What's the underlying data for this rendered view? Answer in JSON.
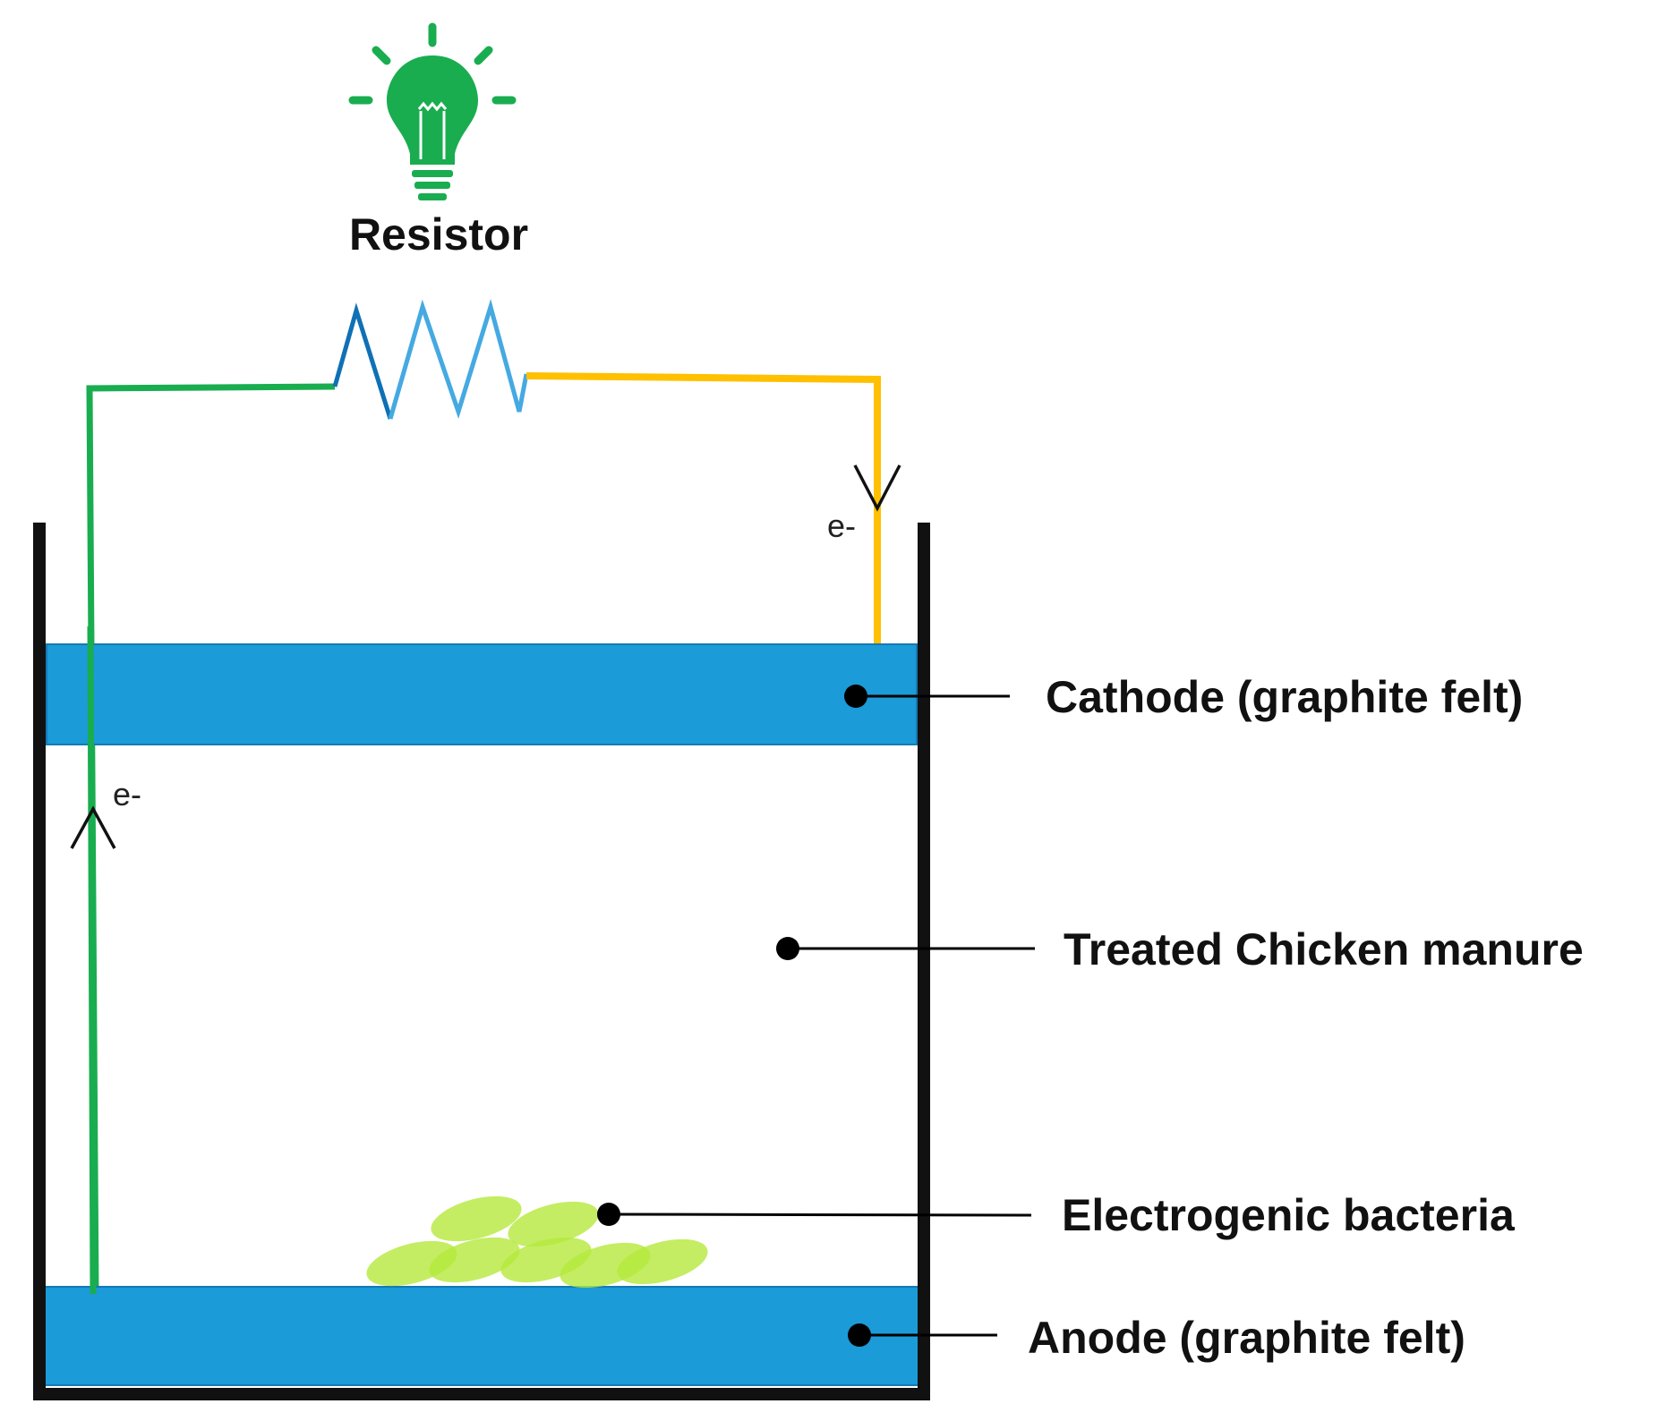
{
  "labels": {
    "resistor": "Resistor",
    "cathode": "Cathode (graphite felt)",
    "manure": "Treated Chicken manure",
    "bacteria": "Electrogenic bacteria",
    "anode": "Anode (graphite felt)",
    "electron_top": "e-",
    "electron_left": "e-"
  },
  "colors": {
    "electrode": "#1b9bd7",
    "wire_anode": "#19ad50",
    "wire_cathode": "#ffc000",
    "resistor_dark": "#0f70b5",
    "resistor_light": "#45a9e2",
    "bulb": "#19ad50",
    "bacteria": "#b5e83c",
    "container": "#111111"
  },
  "icons": {
    "bulb": "light-bulb-icon",
    "resistor": "resistor-zigzag-icon"
  }
}
